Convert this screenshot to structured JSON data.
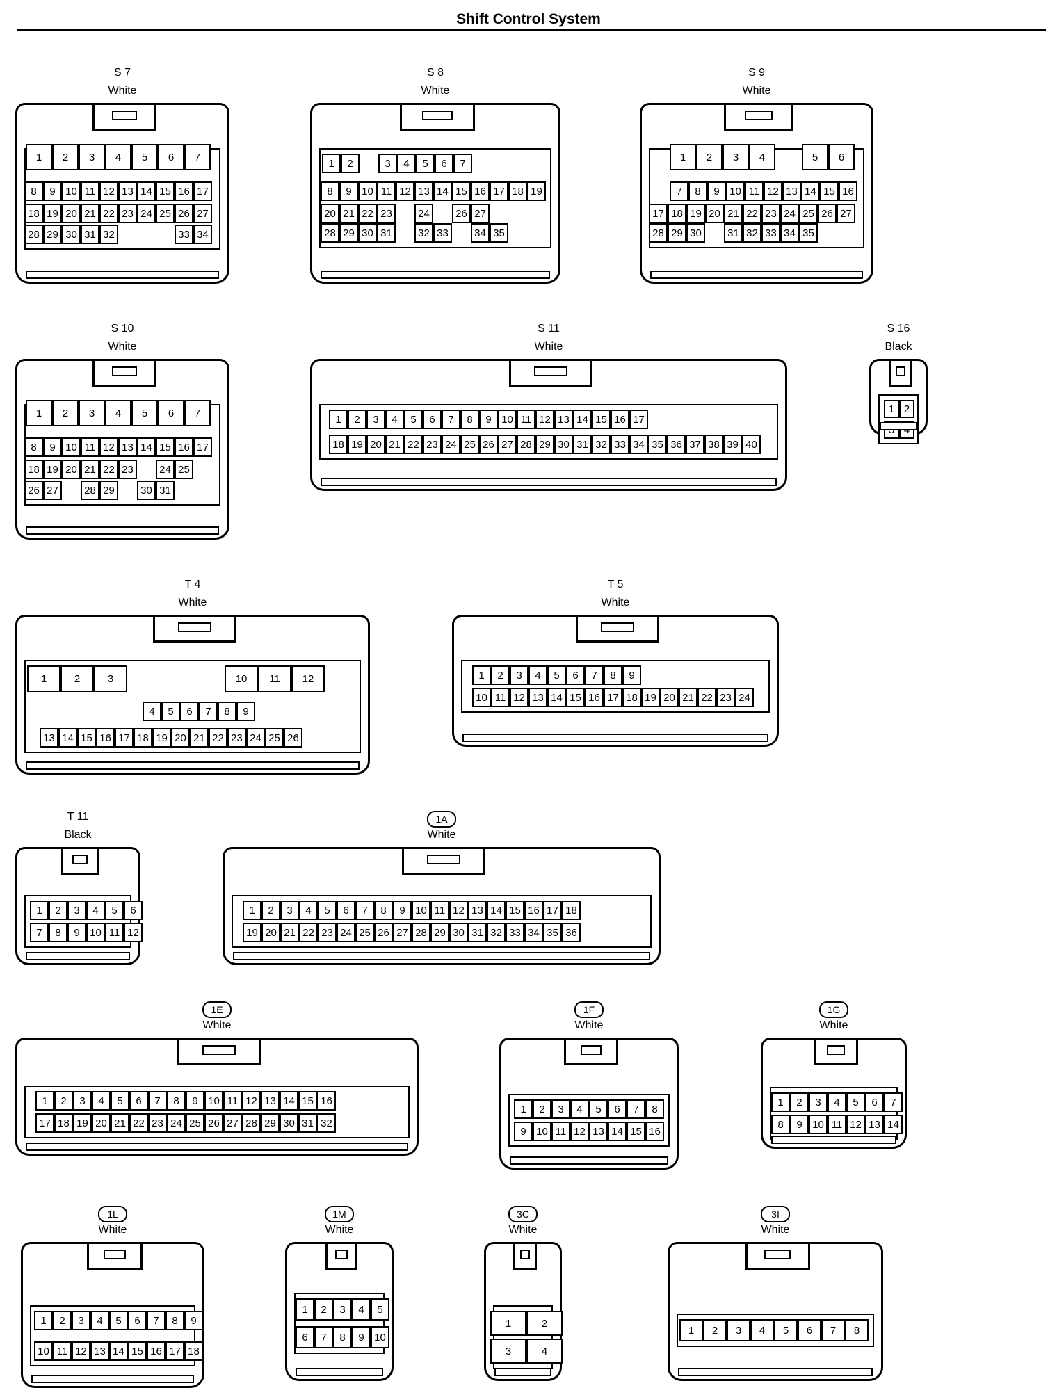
{
  "page": {
    "title": "Shift Control System"
  },
  "connectors": [
    {
      "id": "S 7",
      "color": "White",
      "pill": false,
      "rows": [
        [
          "1",
          "2",
          "3",
          "4",
          "5",
          "6",
          "7"
        ],
        [
          "8",
          "9",
          "10",
          "11",
          "12",
          "13",
          "14",
          "15",
          "16",
          "17"
        ],
        [
          "18",
          "19",
          "20",
          "21",
          "22",
          "23",
          "24",
          "25",
          "26",
          "27"
        ],
        [
          "28",
          "29",
          "30",
          "31",
          "32",
          "",
          "",
          "",
          "33",
          "34"
        ]
      ]
    },
    {
      "id": "S 8",
      "color": "White",
      "pill": false,
      "rows": [
        [
          "1",
          "2",
          "",
          "3",
          "4",
          "5",
          "6",
          "7"
        ],
        [
          "8",
          "9",
          "10",
          "11",
          "12",
          "13",
          "14",
          "15",
          "16",
          "17",
          "18",
          "19"
        ],
        [
          "20",
          "21",
          "22",
          "23",
          "",
          "24",
          "",
          "26",
          "27"
        ],
        [
          "28",
          "29",
          "30",
          "31",
          "",
          "32",
          "33",
          "",
          "34",
          "35"
        ]
      ]
    },
    {
      "id": "S 9",
      "color": "White",
      "pill": false,
      "rows": [
        [
          "1",
          "2",
          "3",
          "4",
          "",
          "5",
          "6"
        ],
        [
          "7",
          "8",
          "9",
          "10",
          "11",
          "12",
          "13",
          "14",
          "15",
          "16"
        ],
        [
          "17",
          "18",
          "19",
          "20",
          "21",
          "22",
          "23",
          "24",
          "25",
          "26",
          "27"
        ],
        [
          "28",
          "29",
          "30",
          "",
          "31",
          "32",
          "33",
          "34",
          "35"
        ]
      ]
    },
    {
      "id": "S 10",
      "color": "White",
      "pill": false,
      "rows": [
        [
          "1",
          "2",
          "3",
          "4",
          "5",
          "6",
          "7"
        ],
        [
          "8",
          "9",
          "10",
          "11",
          "12",
          "13",
          "14",
          "15",
          "16",
          "17"
        ],
        [
          "18",
          "19",
          "20",
          "21",
          "22",
          "23",
          "",
          "24",
          "25"
        ],
        [
          "26",
          "27",
          "",
          "28",
          "29",
          "",
          "30",
          "31"
        ]
      ]
    },
    {
      "id": "S 11",
      "color": "White",
      "pill": false,
      "rows": [
        [
          "1",
          "2",
          "3",
          "4",
          "5",
          "6",
          "7",
          "8",
          "9",
          "10",
          "11",
          "12",
          "13",
          "14",
          "15",
          "16",
          "17"
        ],
        [
          "18",
          "19",
          "20",
          "21",
          "22",
          "23",
          "24",
          "25",
          "26",
          "27",
          "28",
          "29",
          "30",
          "31",
          "32",
          "33",
          "34",
          "35",
          "36",
          "37",
          "38",
          "39",
          "40"
        ]
      ]
    },
    {
      "id": "S 16",
      "color": "Black",
      "pill": false,
      "rows": [
        [
          "1",
          "2"
        ],
        [
          "3",
          "4"
        ]
      ]
    },
    {
      "id": "T 4",
      "color": "White",
      "pill": false,
      "rows": [
        [
          "1",
          "2",
          "3",
          "10",
          "11",
          "12"
        ],
        [
          "4",
          "5",
          "6",
          "7",
          "8",
          "9"
        ],
        [
          "13",
          "14",
          "15",
          "16",
          "17",
          "18",
          "19",
          "20",
          "21",
          "22",
          "23",
          "24",
          "25",
          "26"
        ]
      ]
    },
    {
      "id": "T 5",
      "color": "White",
      "pill": false,
      "rows": [
        [
          "1",
          "2",
          "3",
          "4",
          "5",
          "6",
          "7",
          "8",
          "9"
        ],
        [
          "10",
          "11",
          "12",
          "13",
          "14",
          "15",
          "16",
          "17",
          "18",
          "19",
          "20",
          "21",
          "22",
          "23",
          "24"
        ]
      ]
    },
    {
      "id": "T 11",
      "color": "Black",
      "pill": false,
      "rows": [
        [
          "1",
          "2",
          "3",
          "4",
          "5",
          "6"
        ],
        [
          "7",
          "8",
          "9",
          "10",
          "11",
          "12"
        ]
      ]
    },
    {
      "id": "1A",
      "color": "White",
      "pill": true,
      "rows": [
        [
          "1",
          "2",
          "3",
          "4",
          "5",
          "6",
          "7",
          "8",
          "9",
          "10",
          "11",
          "12",
          "13",
          "14",
          "15",
          "16",
          "17",
          "18"
        ],
        [
          "19",
          "20",
          "21",
          "22",
          "23",
          "24",
          "25",
          "26",
          "27",
          "28",
          "29",
          "30",
          "31",
          "32",
          "33",
          "34",
          "35",
          "36"
        ]
      ]
    },
    {
      "id": "1E",
      "color": "White",
      "pill": true,
      "rows": [
        [
          "1",
          "2",
          "3",
          "4",
          "5",
          "6",
          "7",
          "8",
          "9",
          "10",
          "11",
          "12",
          "13",
          "14",
          "15",
          "16"
        ],
        [
          "17",
          "18",
          "19",
          "20",
          "21",
          "22",
          "23",
          "24",
          "25",
          "26",
          "27",
          "28",
          "29",
          "30",
          "31",
          "32"
        ]
      ]
    },
    {
      "id": "1F",
      "color": "White",
      "pill": true,
      "rows": [
        [
          "1",
          "2",
          "3",
          "4",
          "5",
          "6",
          "7",
          "8"
        ],
        [
          "9",
          "10",
          "11",
          "12",
          "13",
          "14",
          "15",
          "16"
        ]
      ]
    },
    {
      "id": "1G",
      "color": "White",
      "pill": true,
      "rows": [
        [
          "1",
          "2",
          "3",
          "4",
          "5",
          "6",
          "7"
        ],
        [
          "8",
          "9",
          "10",
          "11",
          "12",
          "13",
          "14"
        ]
      ]
    },
    {
      "id": "1L",
      "color": "White",
      "pill": true,
      "rows": [
        [
          "1",
          "2",
          "3",
          "4",
          "5",
          "6",
          "7",
          "8",
          "9"
        ],
        [
          "10",
          "11",
          "12",
          "13",
          "14",
          "15",
          "16",
          "17",
          "18"
        ]
      ]
    },
    {
      "id": "1M",
      "color": "White",
      "pill": true,
      "rows": [
        [
          "1",
          "2",
          "3",
          "4",
          "5"
        ],
        [
          "6",
          "7",
          "8",
          "9",
          "10"
        ]
      ]
    },
    {
      "id": "3C",
      "color": "White",
      "pill": true,
      "rows": [
        [
          "1",
          "2"
        ],
        [
          "3",
          "4"
        ]
      ]
    },
    {
      "id": "3I",
      "color": "White",
      "pill": true,
      "rows": [
        [
          "1",
          "2",
          "3",
          "4",
          "5",
          "6",
          "7",
          "8"
        ]
      ]
    }
  ]
}
